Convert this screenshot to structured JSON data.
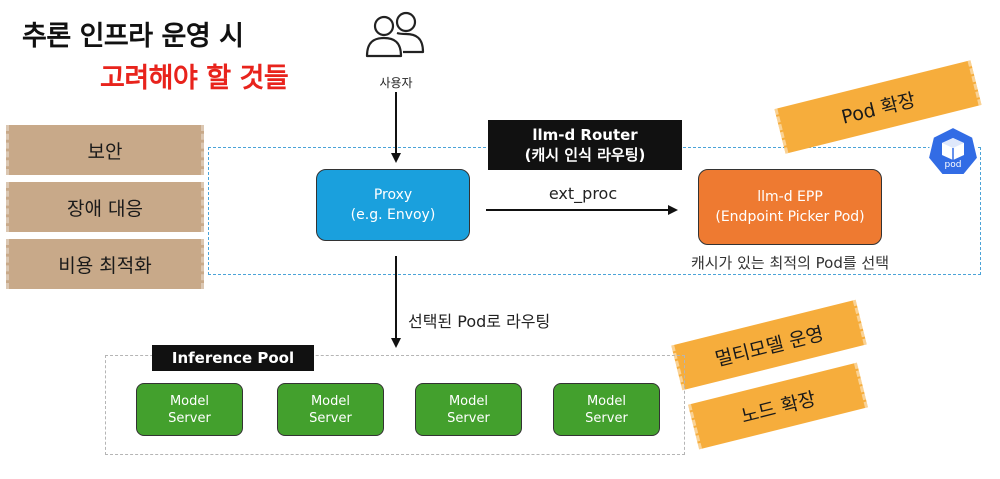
{
  "title": {
    "line1": "추론 인프라 운영 시",
    "line2": "고려해야 할 것들"
  },
  "user": {
    "label": "사용자",
    "icon": "users-icon"
  },
  "left_tapes": [
    "보안",
    "장애 대응",
    "비용 최적화"
  ],
  "right_tapes": {
    "pod_scale": "Pod 확장",
    "multimodel": "멀티모델 운영",
    "node_scale": "노드 확장"
  },
  "router": {
    "title_line1": "llm-d Router",
    "title_line2": "(캐시 인식 라우팅)",
    "badge_icon": "kubernetes-pod-icon",
    "badge_text": "pod"
  },
  "proxy": {
    "line1": "Proxy",
    "line2": "(e.g. Envoy)"
  },
  "epp": {
    "line1": "llm-d EPP",
    "line2": "(Endpoint Picker Pod)",
    "caption": "캐시가 있는 최적의 Pod를 선택"
  },
  "edge_label": "ext_proc",
  "route_label": "선택된 Pod로 라우팅",
  "pool": {
    "title": "Inference Pool",
    "servers": [
      {
        "line1": "Model",
        "line2": "Server"
      },
      {
        "line1": "Model",
        "line2": "Server"
      },
      {
        "line1": "Model",
        "line2": "Server"
      },
      {
        "line1": "Model",
        "line2": "Server"
      }
    ]
  },
  "colors": {
    "title_accent": "#e8231c",
    "proxy": "#1aa0dd",
    "epp": "#ee7a31",
    "model_server": "#43a02d",
    "tape_beige": "#c8a989",
    "tape_orange": "#f6ad3c",
    "router_border": "#4aa3d8"
  }
}
